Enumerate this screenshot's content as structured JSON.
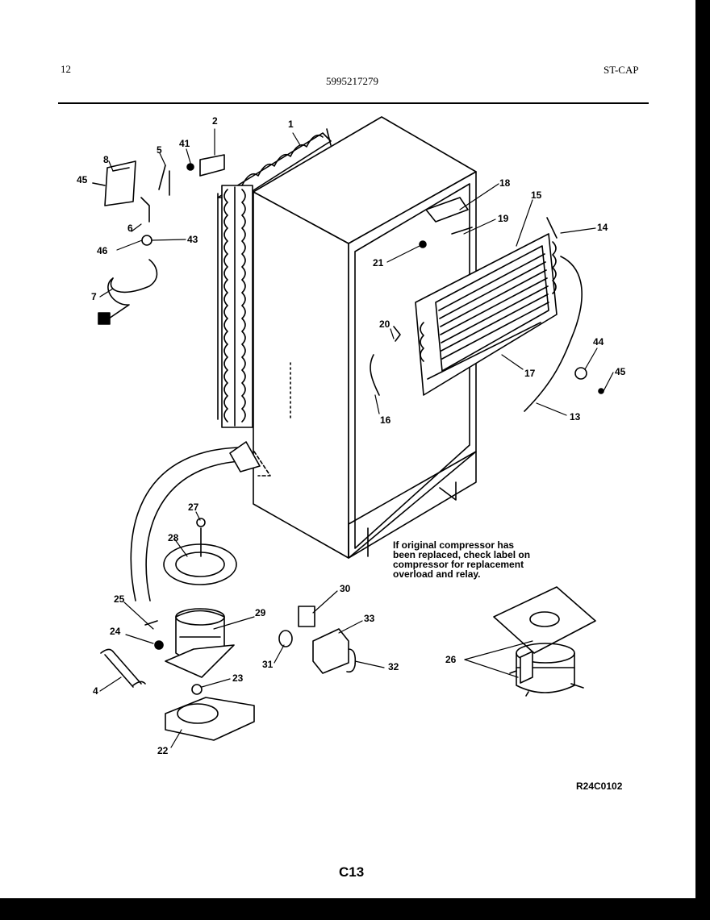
{
  "header": {
    "page_number": "12",
    "part_number": "5995217279",
    "model_code": "ST-CAP"
  },
  "callouts": [
    {
      "id": "c1",
      "text": "1"
    },
    {
      "id": "c2",
      "text": "2"
    },
    {
      "id": "c41",
      "text": "41"
    },
    {
      "id": "c5",
      "text": "5"
    },
    {
      "id": "c8",
      "text": "8"
    },
    {
      "id": "c45a",
      "text": "45"
    },
    {
      "id": "c6",
      "text": "6"
    },
    {
      "id": "c46",
      "text": "46"
    },
    {
      "id": "c43",
      "text": "43"
    },
    {
      "id": "c7",
      "text": "7"
    },
    {
      "id": "c18",
      "text": "18"
    },
    {
      "id": "c15",
      "text": "15"
    },
    {
      "id": "c19",
      "text": "19"
    },
    {
      "id": "c14",
      "text": "14"
    },
    {
      "id": "c21",
      "text": "21"
    },
    {
      "id": "c20",
      "text": "20"
    },
    {
      "id": "c16",
      "text": "16"
    },
    {
      "id": "c17",
      "text": "17"
    },
    {
      "id": "c44",
      "text": "44"
    },
    {
      "id": "c45b",
      "text": "45"
    },
    {
      "id": "c13",
      "text": "13"
    },
    {
      "id": "c27",
      "text": "27"
    },
    {
      "id": "c28",
      "text": "28"
    },
    {
      "id": "c25",
      "text": "25"
    },
    {
      "id": "c24",
      "text": "24"
    },
    {
      "id": "c29",
      "text": "29"
    },
    {
      "id": "c30",
      "text": "30"
    },
    {
      "id": "c33",
      "text": "33"
    },
    {
      "id": "c31",
      "text": "31"
    },
    {
      "id": "c32",
      "text": "32"
    },
    {
      "id": "c23",
      "text": "23"
    },
    {
      "id": "c4",
      "text": "4"
    },
    {
      "id": "c22",
      "text": "22"
    },
    {
      "id": "c26",
      "text": "26"
    }
  ],
  "note": {
    "lines": [
      "If original compressor has",
      "been replaced, check label on",
      "compressor for replacement",
      "overload and relay."
    ]
  },
  "drawing_ref": "R24C0102",
  "page_code": "C13"
}
